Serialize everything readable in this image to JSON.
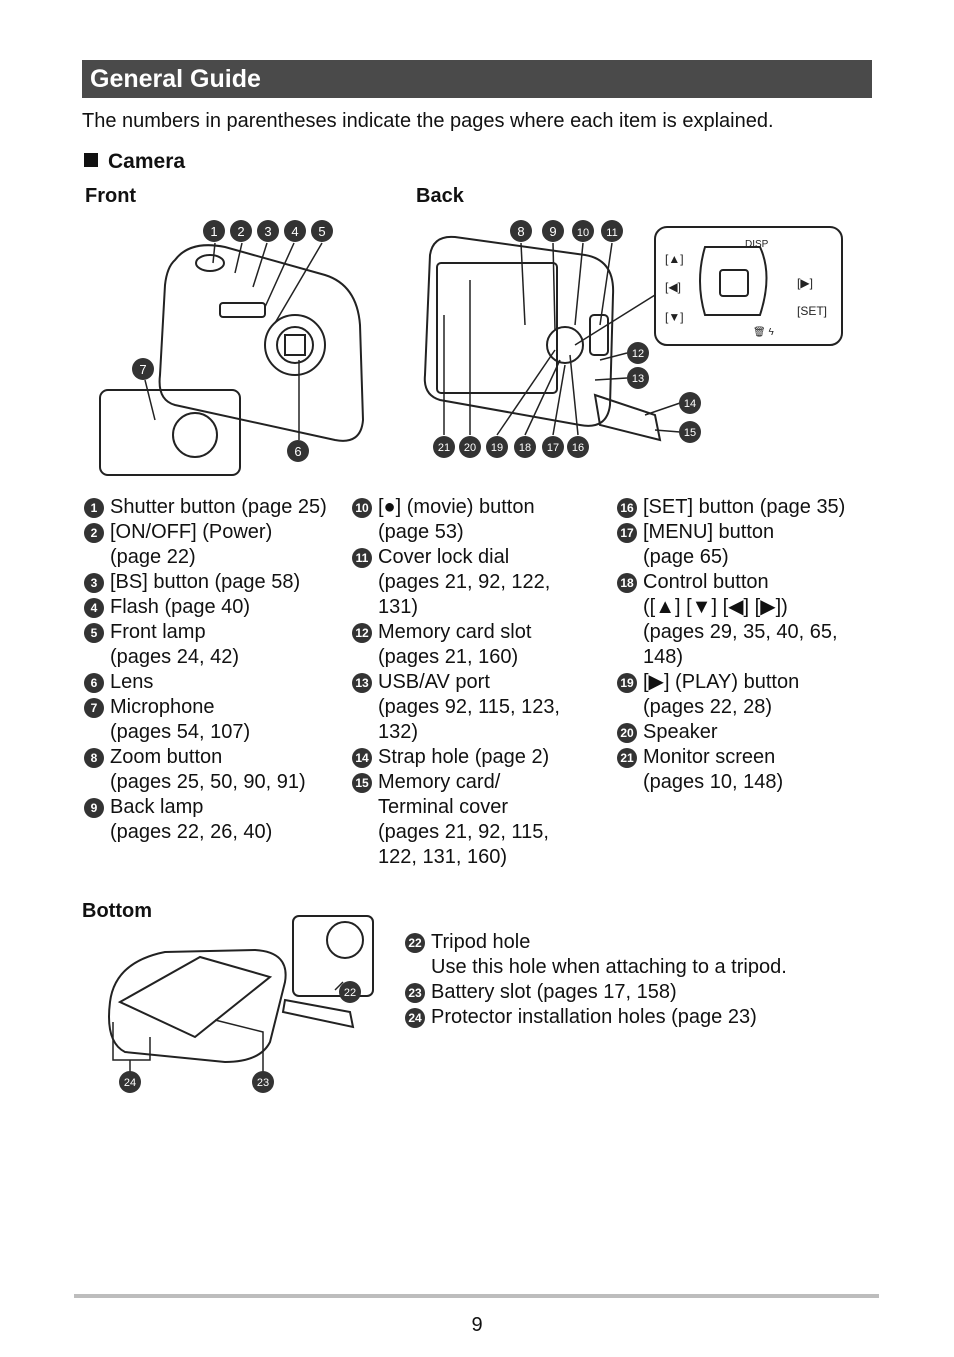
{
  "header": {
    "title": "General Guide"
  },
  "intro": "The numbers in parentheses indicate the pages where each item is explained.",
  "section": {
    "title": "Camera"
  },
  "views": {
    "front": "Front",
    "back": "Back",
    "bottom": "Bottom"
  },
  "diagram_labels": {
    "disp": "DISP",
    "up": "[▲]",
    "left": "[◀]",
    "down": "[▼]",
    "right": "[▶]",
    "set": "[SET]",
    "trash_flash": "🗑 ϟ"
  },
  "col1": [
    {
      "n": "1",
      "text": "Shutter button (page 25)"
    },
    {
      "n": "2",
      "text": "[ON/OFF] (Power)",
      "cont": [
        "(page 22)"
      ]
    },
    {
      "n": "3",
      "text": "[BS] button (page 58)"
    },
    {
      "n": "4",
      "text": "Flash (page 40)"
    },
    {
      "n": "5",
      "text": "Front lamp",
      "cont": [
        "(pages 24, 42)"
      ]
    },
    {
      "n": "6",
      "text": "Lens"
    },
    {
      "n": "7",
      "text": "Microphone",
      "cont": [
        "(pages 54, 107)"
      ]
    },
    {
      "n": "8",
      "text": "Zoom button",
      "cont": [
        "(pages 25, 50, 90, 91)"
      ]
    },
    {
      "n": "9",
      "text": "Back lamp",
      "cont": [
        "(pages 22, 26, 40)"
      ]
    }
  ],
  "col2": [
    {
      "n": "10",
      "text": "[●] (movie) button",
      "cont": [
        "(page 53)"
      ]
    },
    {
      "n": "11",
      "text": "Cover lock dial",
      "cont": [
        "(pages 21, 92, 122,",
        "131)"
      ]
    },
    {
      "n": "12",
      "text": "Memory card slot",
      "cont": [
        "(pages 21, 160)"
      ]
    },
    {
      "n": "13",
      "text": "USB/AV port",
      "cont": [
        "(pages 92, 115, 123,",
        "132)"
      ]
    },
    {
      "n": "14",
      "text": "Strap hole (page 2)"
    },
    {
      "n": "15",
      "text": "Memory card/",
      "cont": [
        "Terminal cover",
        "(pages 21, 92, 115,",
        "122, 131, 160)"
      ]
    }
  ],
  "col3": [
    {
      "n": "16",
      "text": "[SET] button (page 35)"
    },
    {
      "n": "17",
      "text": "[MENU] button",
      "cont": [
        "(page 65)"
      ]
    },
    {
      "n": "18",
      "text": "Control button",
      "cont": [
        "([▲] [▼] [◀] [▶])",
        "(pages 29, 35, 40, 65,",
        "148)"
      ]
    },
    {
      "n": "19",
      "text": "[▶] (PLAY) button",
      "cont": [
        "(pages 22, 28)"
      ]
    },
    {
      "n": "20",
      "text": "Speaker"
    },
    {
      "n": "21",
      "text": "Monitor screen",
      "cont": [
        "(pages 10, 148)"
      ]
    }
  ],
  "bottom_list": [
    {
      "n": "22",
      "text": "Tripod hole",
      "cont": [
        "Use this hole when attaching to a tripod."
      ]
    },
    {
      "n": "23",
      "text": "Battery slot (pages 17, 158)"
    },
    {
      "n": "24",
      "text": "Protector installation holes (page 23)"
    }
  ],
  "footer": {
    "page": "9"
  }
}
